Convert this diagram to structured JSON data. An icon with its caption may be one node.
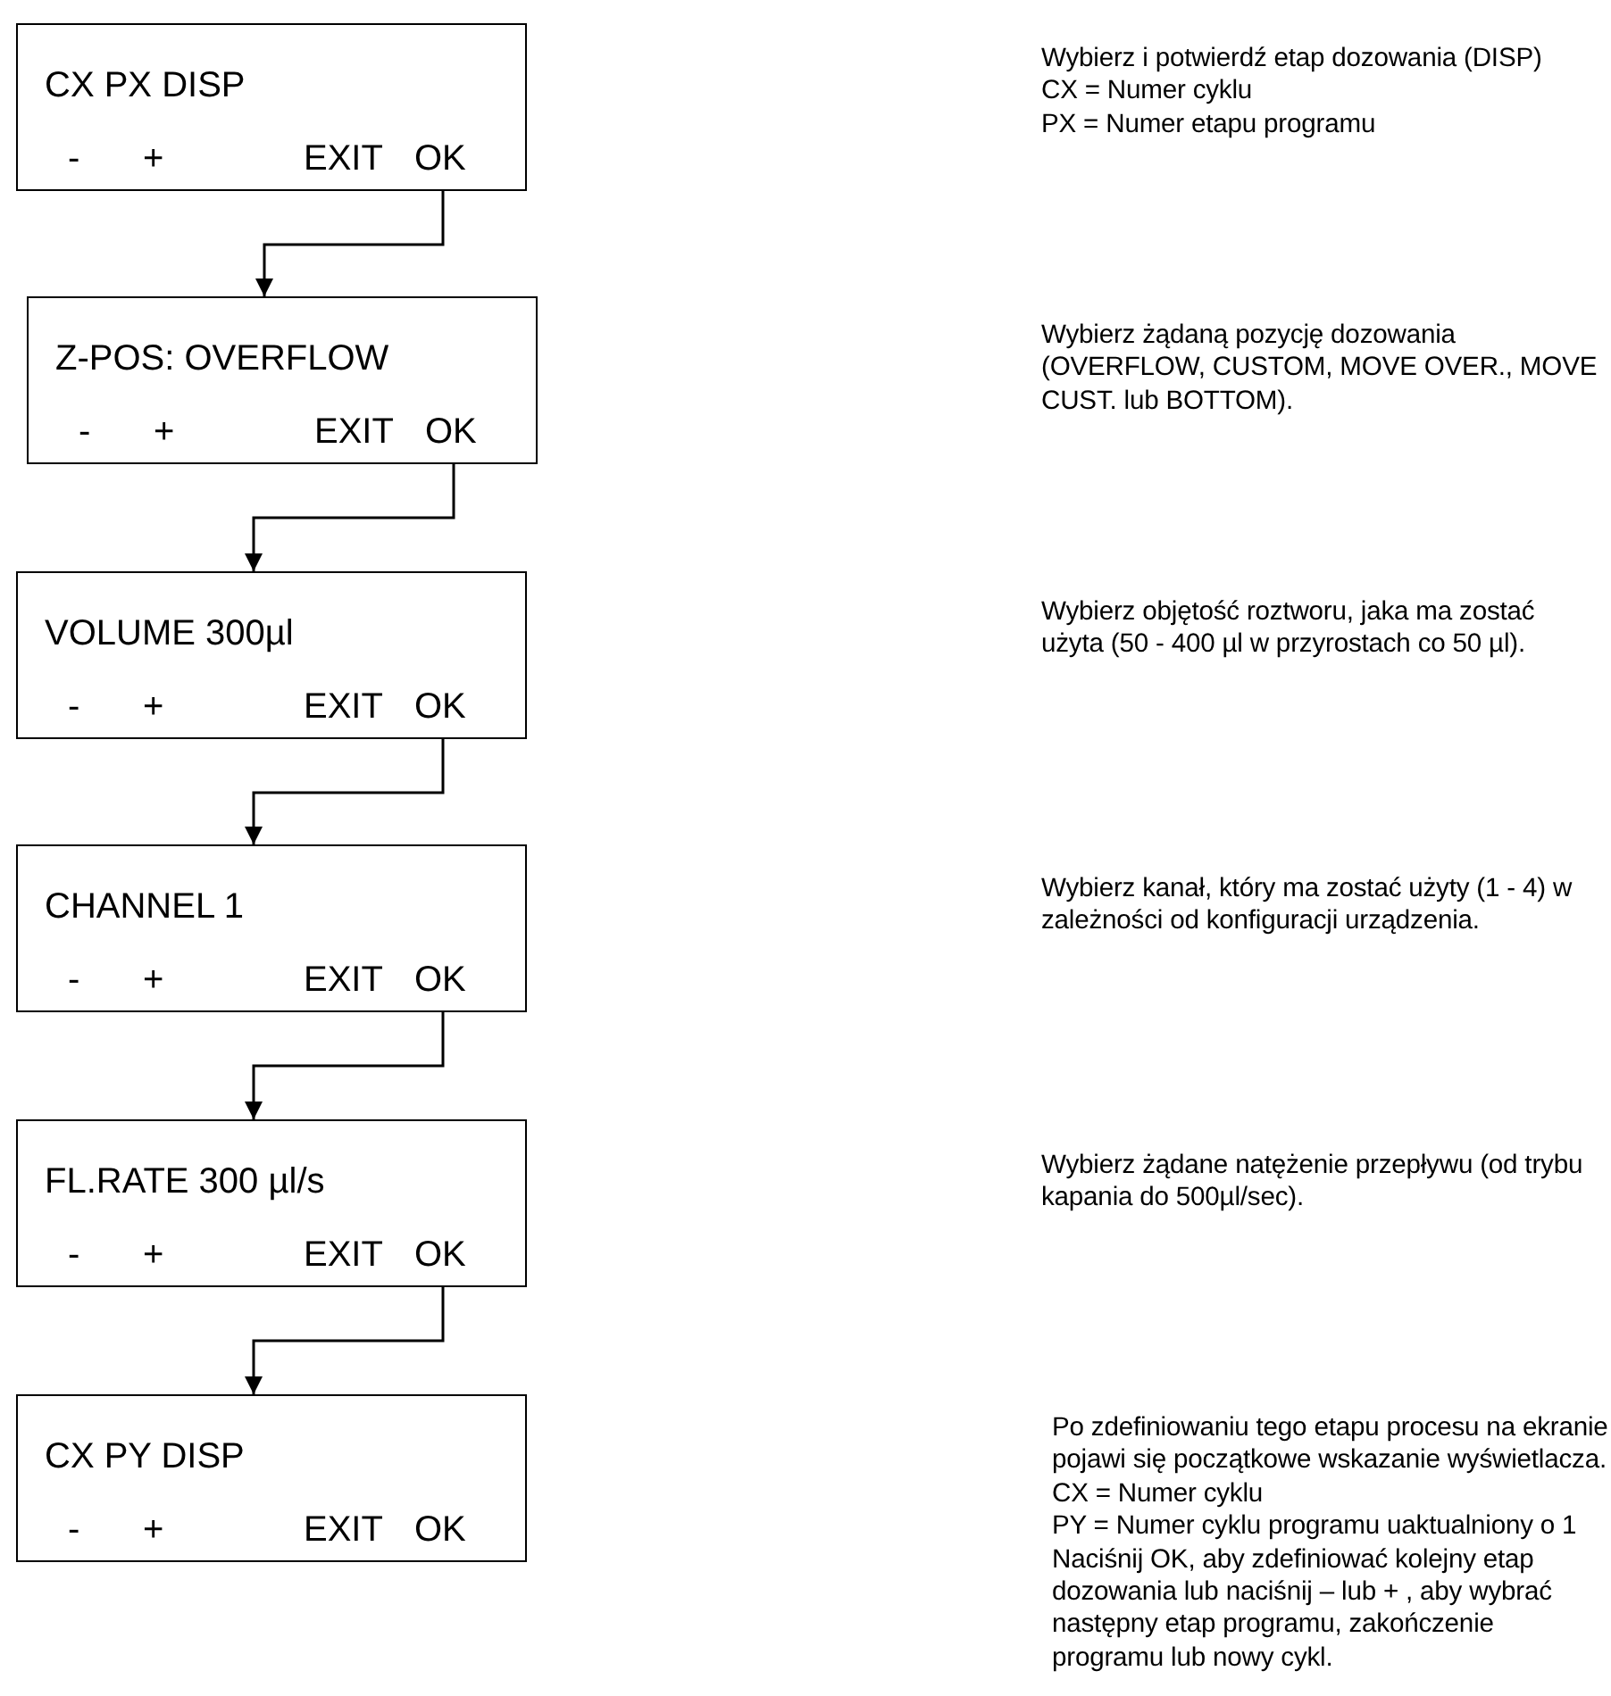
{
  "diagram": {
    "nodes": [
      {
        "text": [
          "CX PX  DISP",
          "-",
          "+",
          "EXIT",
          "OK"
        ]
      },
      {
        "text": [
          "Z-POS:  OVERFLOW",
          "-",
          "+",
          "EXIT",
          "OK"
        ]
      },
      {
        "text": [
          "VOLUME 300µl",
          "-",
          "+",
          "EXIT",
          "OK"
        ]
      },
      {
        "text": [
          "CHANNEL 1",
          "-",
          "+",
          "EXIT",
          "OK"
        ]
      },
      {
        "text": [
          "FL.RATE 300  µl/s",
          "-",
          "+",
          "EXIT",
          "OK"
        ]
      },
      {
        "text": [
          "CX PY  DISP",
          "-",
          "+",
          "EXIT",
          "OK"
        ]
      }
    ],
    "edges": [
      {
        "from": 0,
        "to": 1,
        "arrow": "to"
      },
      {
        "from": 1,
        "to": 2,
        "arrow": "to"
      },
      {
        "from": 2,
        "to": 3,
        "arrow": "to"
      },
      {
        "from": 3,
        "to": 4,
        "arrow": "to"
      },
      {
        "from": 4,
        "to": 5,
        "arrow": "to"
      }
    ],
    "labels": [
      "Wybierz i potwierdź etap dozowania (DISP)",
      "CX = Numer cyklu",
      "PX = Numer etapu programu",
      "Wybierz żądaną pozycję dozowania (OVERFLOW, CUSTOM, MOVE OVER., MOVE CUST. lub BOTTOM).",
      "Wybierz objętość roztworu, jaka ma zostać użyta (50 - 400 µl w przyrostach co 50 µl).",
      "Wybierz kanał, który ma zostać użyty (1 - 4) w zależności od konfiguracji urządzenia.",
      "Wybierz żądane natężenie przepływu (od trybu kapania do 500µl/sec).",
      "Po zdefiniowaniu tego etapu procesu na ekranie pojawi się początkowe wskazanie wyświetlacza.",
      "CX = Numer cyklu",
      "PY = Numer cyklu programu uaktualniony o 1",
      "Naciśnij OK, aby zdefiniować kolejny etap dozowania lub naciśnij – lub + , aby wybrać następny etap programu, zakończenie programu lub nowy cykl."
    ]
  }
}
